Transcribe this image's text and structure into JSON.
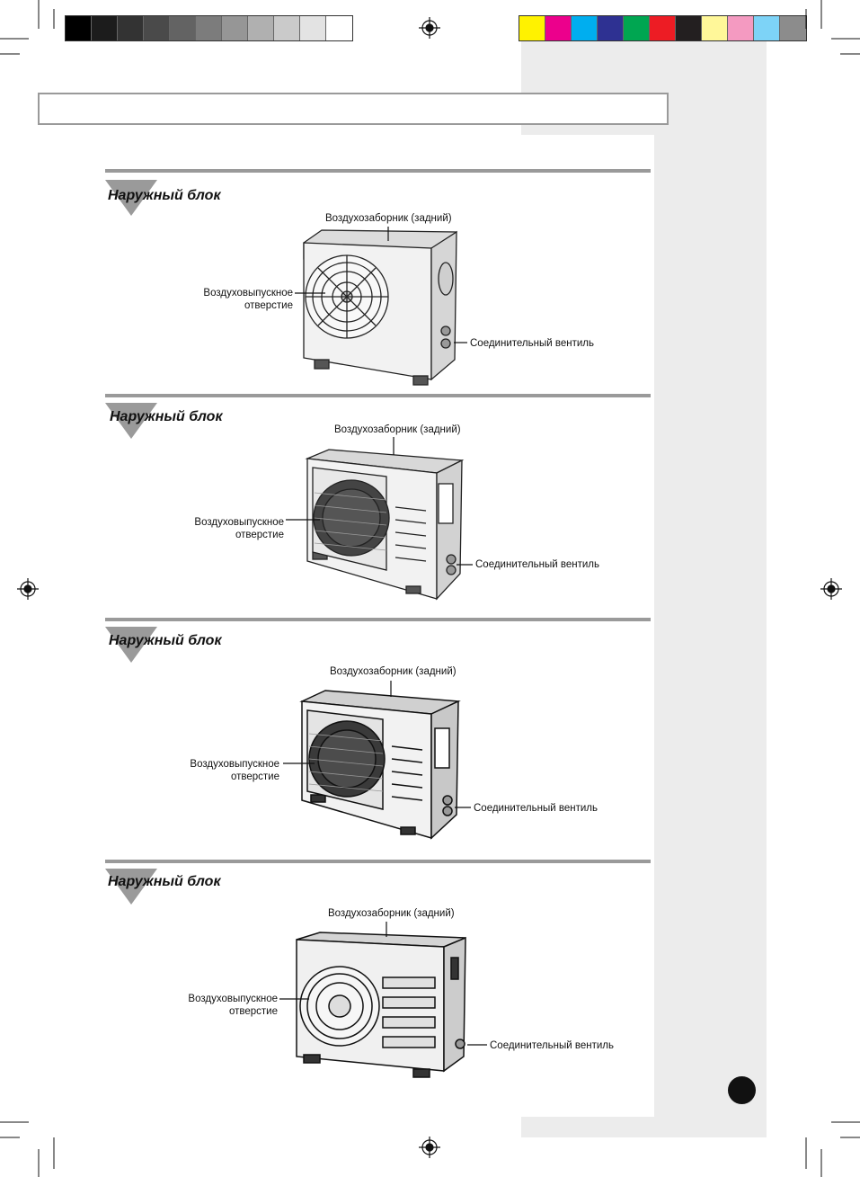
{
  "colors": {
    "grayscale_swatches": [
      "#000000",
      "#1c1c1c",
      "#333333",
      "#4a4a4a",
      "#636363",
      "#7c7c7c",
      "#969696",
      "#b0b0b0",
      "#cacaca",
      "#e3e3e3",
      "#ffffff"
    ],
    "color_swatches": [
      "#fff200",
      "#ec008c",
      "#00aeef",
      "#2e3192",
      "#00a651",
      "#ed1c24",
      "#231f20",
      "#fff799",
      "#f49ac1",
      "#7dd3f7",
      "#8c8c8c"
    ],
    "section_rule": "#9a9a9a",
    "sidebar": "#ececec"
  },
  "sections": [
    {
      "title": "Наружный блок",
      "air_intake": "Воздухозаборник (задний)",
      "air_outlet_line1": "Воздуховыпускное",
      "air_outlet_line2": "отверстие",
      "valve": "Соединительный вентиль"
    },
    {
      "title": "Наружный блок",
      "air_intake": "Воздухозаборник (задний)",
      "air_outlet_line1": "Воздуховыпускное",
      "air_outlet_line2": "отверстие",
      "valve": "Соединительный вентиль"
    },
    {
      "title": "Наружный блок",
      "air_intake": "Воздухозаборник (задний)",
      "air_outlet_line1": "Воздуховыпускное",
      "air_outlet_line2": "отверстие",
      "valve": "Соединительный вентиль"
    },
    {
      "title": "Наружный блок",
      "air_intake": "Воздухозаборник (задний)",
      "air_outlet_line1": "Воздуховыпускное",
      "air_outlet_line2": "отверстие",
      "valve": "Соединительный вентиль"
    }
  ]
}
